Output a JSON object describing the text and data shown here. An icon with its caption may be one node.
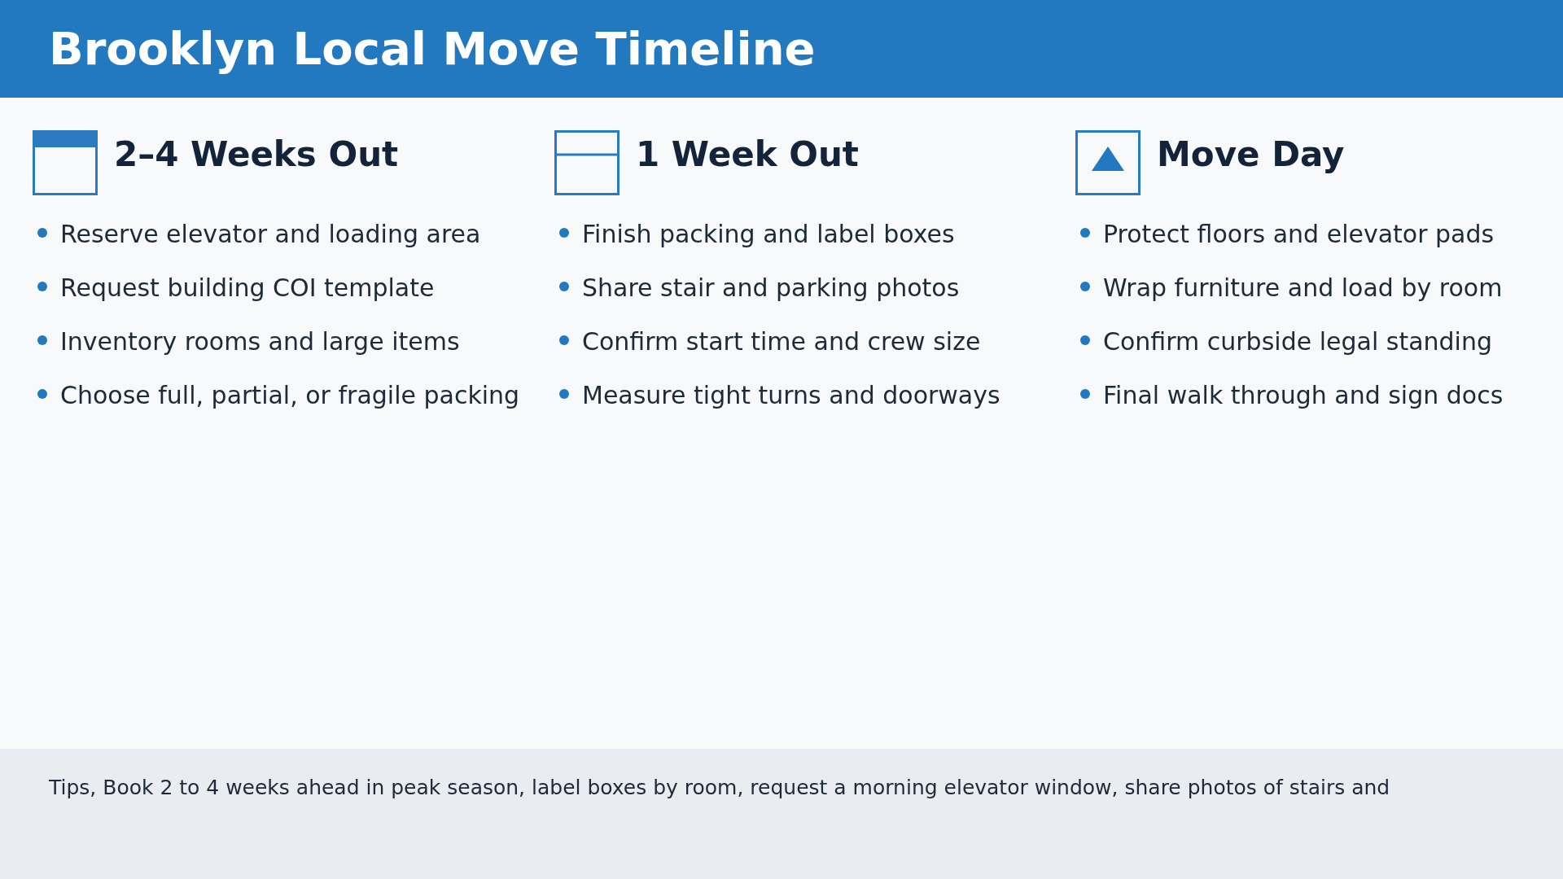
{
  "diagram": {
    "title": "Brooklyn Local Move Timeline",
    "labels": [
      "2–4 Weeks Out",
      "Reserve elevator and loading area",
      "Request building COI template",
      "Inventory rooms and large items",
      "Choose full, partial, or fragile packing",
      "1 Week Out",
      "Finish packing and label boxes",
      "Share stair and parking photos",
      "Confirm start time and crew size",
      "Measure tight turns and doorways",
      "Move Day",
      "Protect floors and elevator pads",
      "Wrap furniture and load by room",
      "Confirm curbside legal standing",
      "Final walk through and sign docs",
      "Tips, Book 2 to 4 weeks ahead in peak season, label boxes by room, request a morning elevator window, share photos of stairs and"
    ]
  }
}
